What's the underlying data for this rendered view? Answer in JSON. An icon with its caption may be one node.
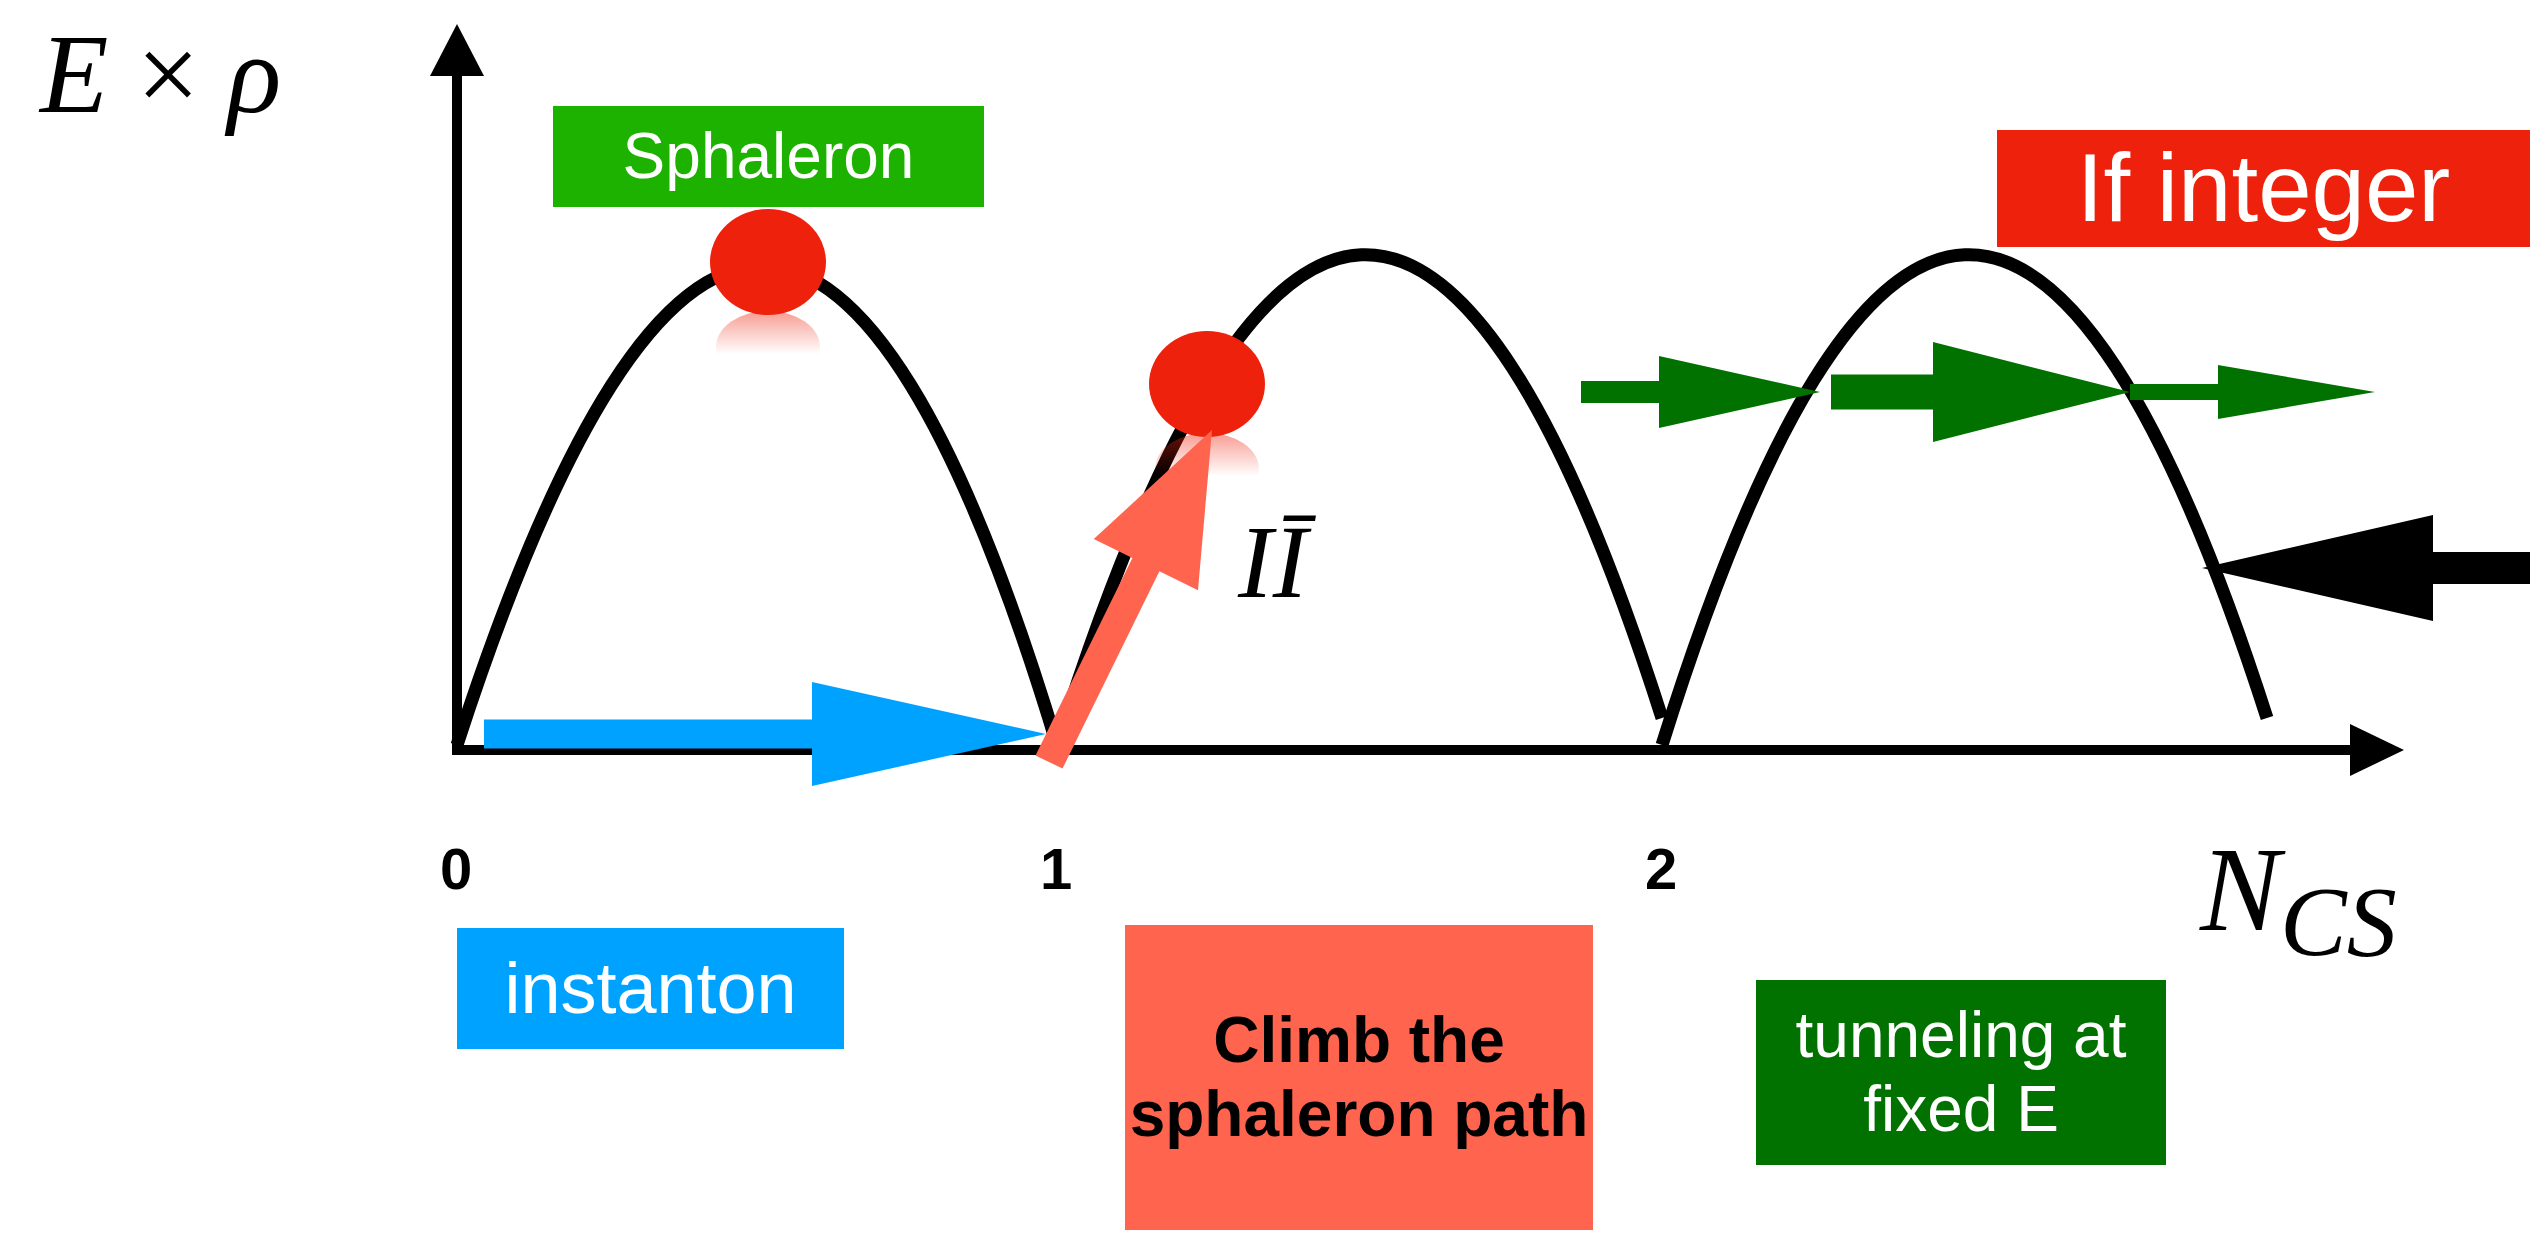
{
  "diagram": {
    "nodes": [
      {
        "text": [
          "Sphaleron"
        ]
      },
      {
        "text": [
          "If integer"
        ]
      },
      {
        "text": [
          "instanton"
        ]
      },
      {
        "text": [
          "Climb the sphaleron path"
        ]
      },
      {
        "text": [
          "tunneling at fixed E"
        ]
      }
    ],
    "labels": [
      "*E* × *ρ*",
      "IĪ",
      "0",
      "1",
      "2",
      "N$_{CS}$"
    ]
  }
}
